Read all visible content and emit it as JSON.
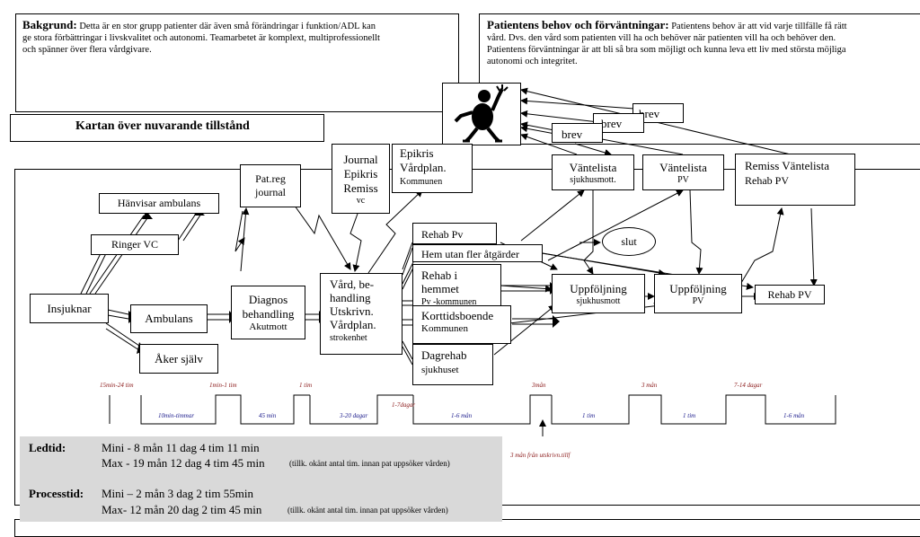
{
  "background": {
    "heading": "Bakgrund:",
    "text1": "Detta är en stor grupp patienter där även små förändringar i funktion/ADL kan",
    "text2": "ge stora förbättringar i livskvalitet och autonomi. Teamarbetet är komplext, multiprofessionellt",
    "text3": "och spänner över flera vårdgivare."
  },
  "needs": {
    "heading": "Patientens behov och förväntningar:",
    "text1": "Patientens behov är att vid varje tillfälle få rätt",
    "text2": "vård. Dvs. den vård som patienten vill ha och behöver när patienten vill ha och behöver den.",
    "text3": "Patientens förväntningar är att bli så bra som möjligt och kunna leva ett liv med största möjliga",
    "text4": "autonomi och integritet."
  },
  "map_title": "Kartan över nuvarande tillstånd",
  "nodes": {
    "insjuknar": "Insjuknar",
    "ambulans": "Ambulans",
    "aker_sjalv": "Åker själv",
    "hanvisar": "Hänvisar ambulans",
    "ringer": "Ringer VC",
    "patreg_1": "Pat.reg",
    "patreg_2": "journal",
    "diagnos_1": "Diagnos",
    "diagnos_2": "behandling",
    "diagnos_3": "Akutmott",
    "journal_1": "Journal",
    "journal_2": "Epikris",
    "journal_3": "Remiss",
    "journal_4": "vc",
    "epikris_1": "Epikris",
    "epikris_2": "Vårdplan.",
    "epikris_3": "Kommunen",
    "vard_1": "Vård, be-",
    "vard_2": "handling",
    "vard_3": "Utskrivn.",
    "vard_4": "Vårdplan.",
    "vard_5": "strokenhet",
    "rehab_pv_top": "Rehab Pv",
    "hem_utan": "Hem utan fler åtgärder",
    "rehab_hemmet_1": "Rehab i hemmet",
    "rehab_hemmet_2": "Pv -kommunen",
    "korttid_1": "Korttidsboende",
    "korttid_2": "Kommunen",
    "dagrehab_1": "Dagrehab",
    "dagrehab_2": "sjukhuset",
    "slut": "slut",
    "vantelista1_1": "Väntelista",
    "vantelista1_2": "sjukhusmott.",
    "vantelista2_1": "Väntelista",
    "vantelista2_2": "PV",
    "remiss_1": "Remiss Väntelista",
    "remiss_2": "Rehab PV",
    "uppf1_1": "Uppföljning",
    "uppf1_2": "sjukhusmott",
    "uppf2_1": "Uppföljning",
    "uppf2_2": "PV",
    "rehab_pv_right": "Rehab PV",
    "brev1": "brev",
    "brev2": "brev",
    "brev3": "brev"
  },
  "timeline": {
    "top_labels": [
      "15min-24 tim",
      "1min-1 tim",
      "1 tim",
      "1-7dagar",
      "3mån",
      "3 mån",
      "7-14 dagar"
    ],
    "bottom_labels": [
      "10min-timmar",
      "45 min",
      "3-20 dagar",
      "1-6 mån",
      "1 tim",
      "1 tim",
      "1-6 mån"
    ],
    "note": "3 mån från utskrivn.tillf"
  },
  "summary": {
    "ledtid_label": "Ledtid:",
    "ledtid_mini": "Mini - 8 mån 11 dag 4 tim 11 min",
    "ledtid_max": "Max - 19 mån 12 dag 4 tim 45 min",
    "ledtid_max_note": "(tillk. okänt antal  tim. innan pat uppsöker vården)",
    "process_label": "Processtid:",
    "process_mini": "Mini – 2 mån 3 dag 2 tim  55min",
    "process_max": "Max- 12 mån 20 dag 2 tim 45 min",
    "process_max_note": "(tillk. okänt antal  tim. innan pat uppsöker vården)"
  },
  "icons": [
    "patient-figure-icon"
  ]
}
